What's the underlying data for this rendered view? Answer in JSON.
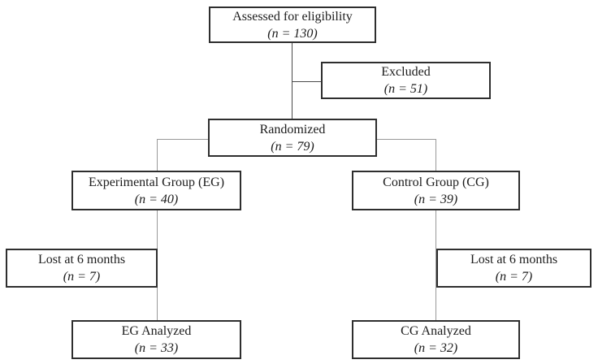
{
  "diagram": {
    "type": "consort-flowchart",
    "nodes": {
      "assessed": {
        "label": "Assessed for eligibility",
        "sub": "(n = 130)"
      },
      "excluded": {
        "label": "Excluded",
        "sub": "(n = 51)"
      },
      "randomized": {
        "label": "Randomized",
        "sub": "(n = 79)"
      },
      "eg": {
        "label": "Experimental Group (EG)",
        "sub": "(n = 40)"
      },
      "cg": {
        "label": "Control Group (CG)",
        "sub": "(n = 39)"
      },
      "eg_lost": {
        "label": "Lost at 6 months",
        "sub": "(n = 7)"
      },
      "cg_lost": {
        "label": "Lost at 6 months",
        "sub": "(n = 7)"
      },
      "eg_analyzed": {
        "label": "EG Analyzed",
        "sub": "(n = 33)"
      },
      "cg_analyzed": {
        "label": "CG Analyzed",
        "sub": "(n = 32)"
      }
    },
    "colors": {
      "border": "#2e2e2e",
      "text": "#1c1c1c",
      "line_dark": "#4a4a4a",
      "line_gray": "#999999",
      "background": "#ffffff"
    }
  }
}
